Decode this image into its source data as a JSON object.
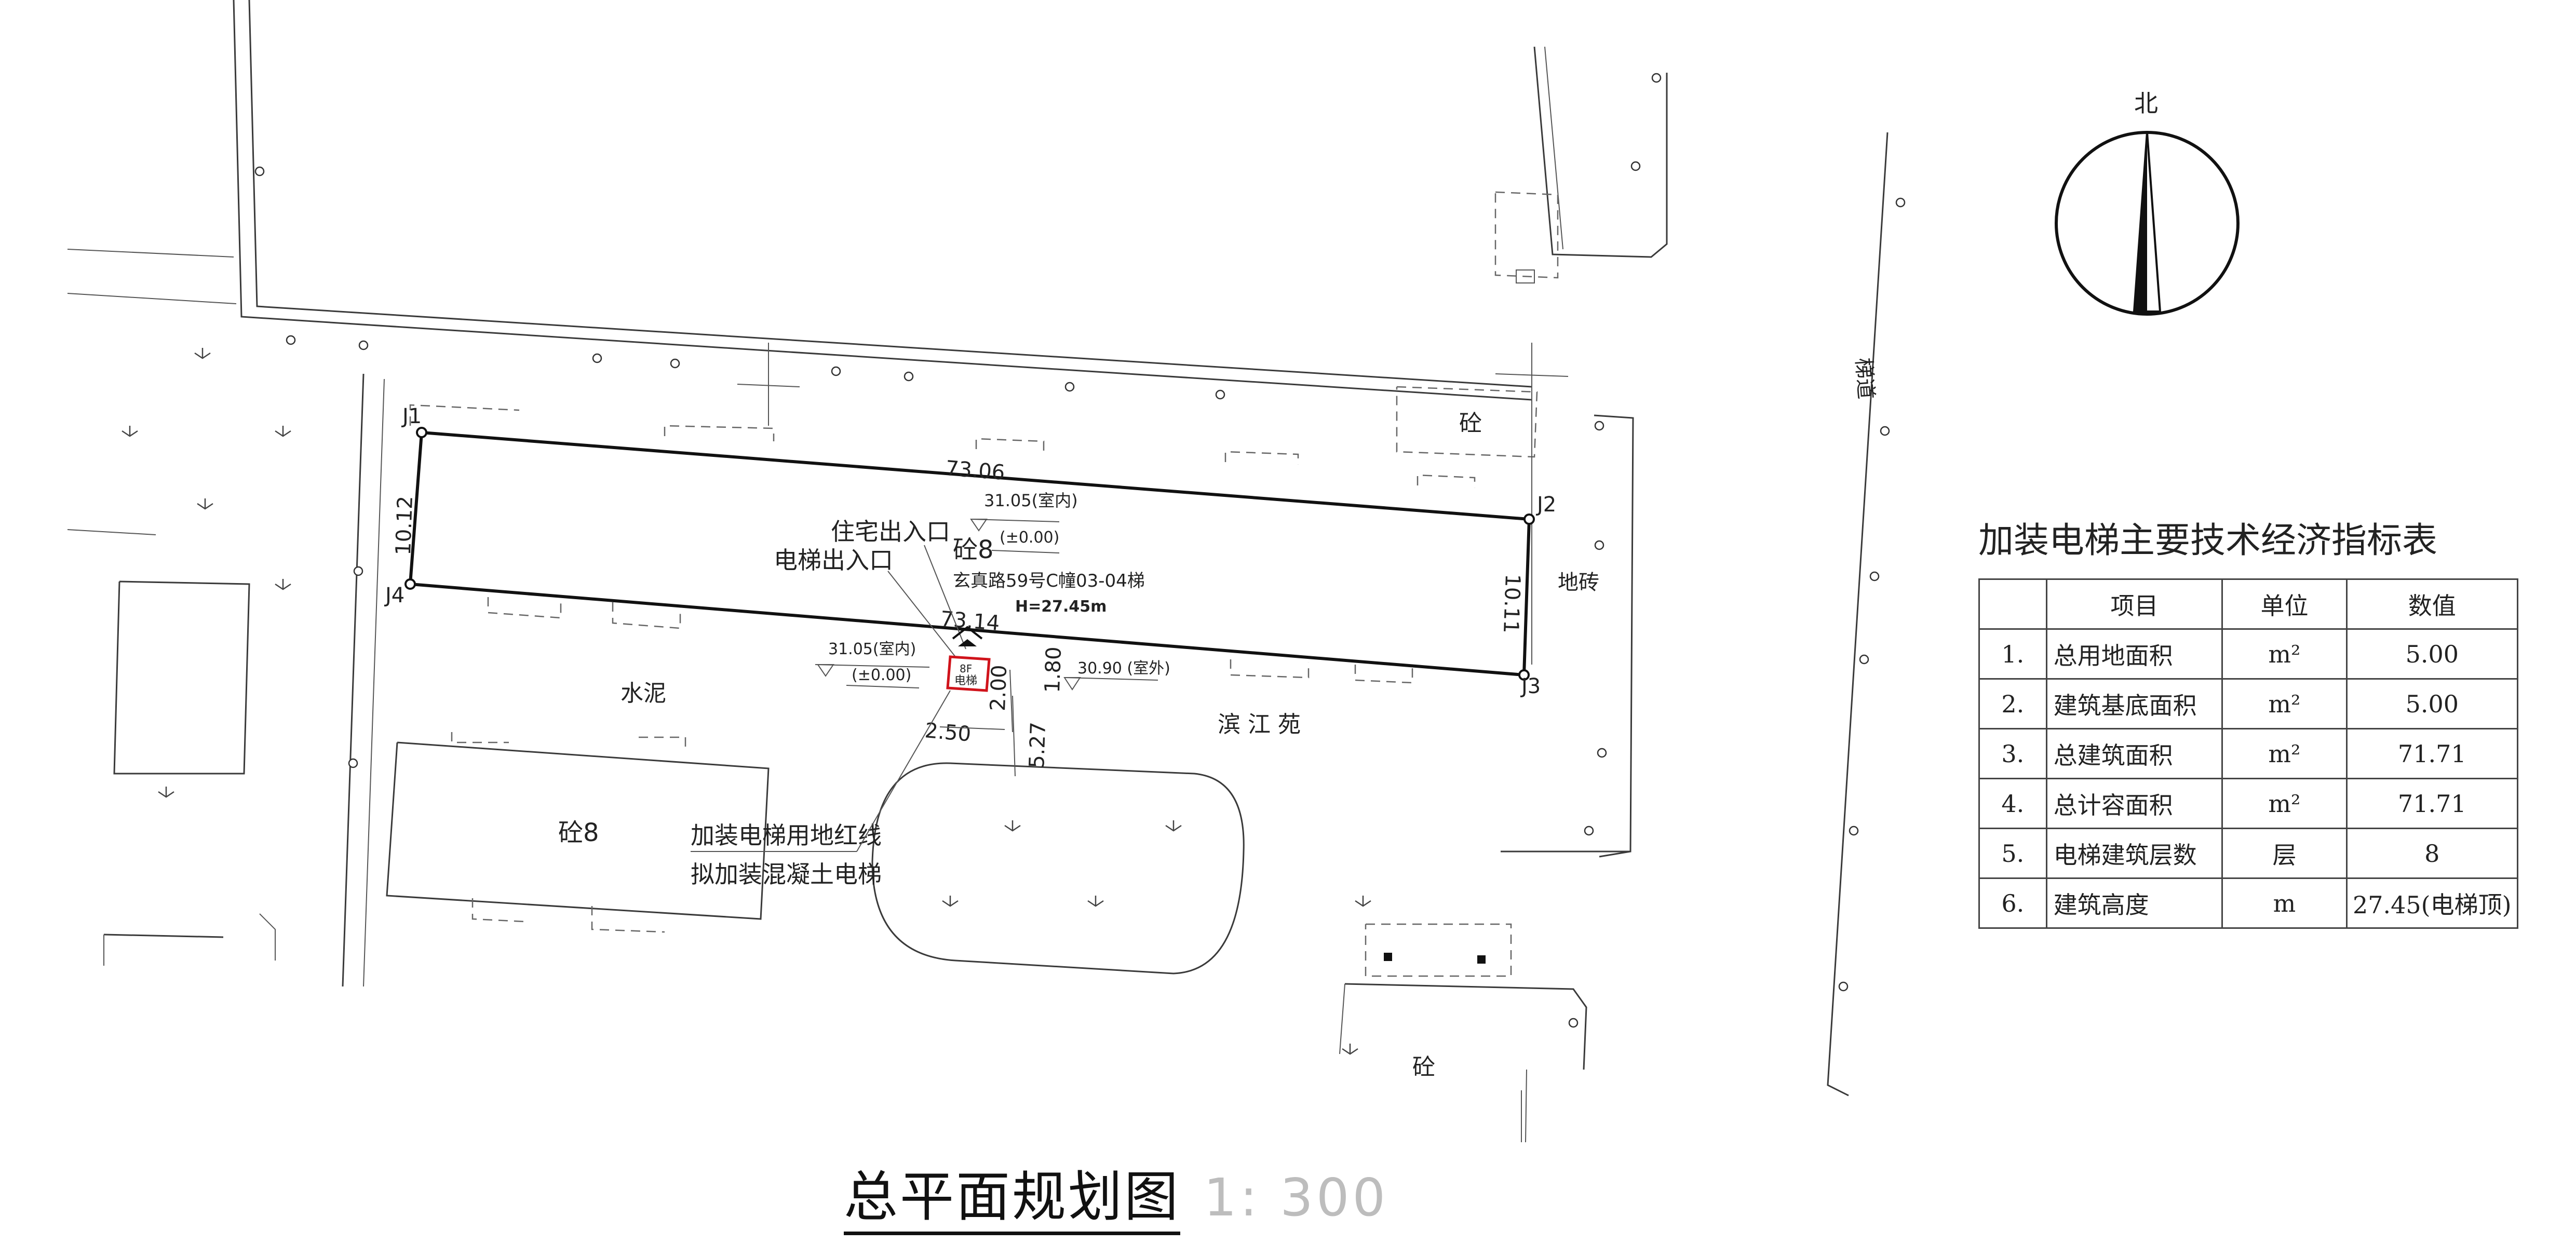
{
  "drawing_title": "总平面规划图",
  "scale": "1: 300",
  "north_label": "北",
  "site": {
    "points": [
      "J1",
      "J2",
      "J3",
      "J4"
    ],
    "dims": {
      "top": "73.06",
      "bottom": "73.14",
      "left": "10.12",
      "right": "10.11"
    },
    "building_label": "砼8",
    "address": "玄真路59号C幢03-04梯",
    "height_label": "H=27.45m"
  },
  "elevations": {
    "indoor_top": "31.05(室内)",
    "indoor_top_zero": "(±0.00)",
    "indoor_left": "31.05(室内)",
    "indoor_left_zero": "(±0.00)",
    "outdoor": "30.90 (室外)"
  },
  "entrances": {
    "residential": "住宅出入口",
    "elevator": "电梯出入口"
  },
  "elevator_box": {
    "floors": "8F",
    "name": "电梯"
  },
  "elevator_dims": {
    "d1": "2.00",
    "d2": "1.80",
    "d3": "2.50",
    "d4": "5.27"
  },
  "notes": {
    "red_line": "加装电梯用地红线",
    "concrete": "拟加装混凝土电梯"
  },
  "area_labels": {
    "cement": "水泥",
    "lower_building": "砼8",
    "community": "滨 江 苑",
    "concrete_top": "砼",
    "concrete_bottom": "砼",
    "brick_floor": "地砖",
    "stairs": "梯道"
  },
  "indicators": {
    "title": "加装电梯主要技术经济指标表",
    "headers": [
      "",
      "项目",
      "单位",
      "数值"
    ],
    "rows": [
      [
        "1.",
        "总用地面积",
        "m²",
        "5.00"
      ],
      [
        "2.",
        "建筑基底面积",
        "m²",
        "5.00"
      ],
      [
        "3.",
        "总建筑面积",
        "m²",
        "71.71"
      ],
      [
        "4.",
        "总计容面积",
        "m²",
        "71.71"
      ],
      [
        "5.",
        "电梯建筑层数",
        "层",
        "8"
      ],
      [
        "6.",
        "建筑高度",
        "m",
        "27.45(电梯顶)"
      ]
    ]
  },
  "colors": {
    "red_line": "#d0131b",
    "line": "#3a3a3a"
  }
}
